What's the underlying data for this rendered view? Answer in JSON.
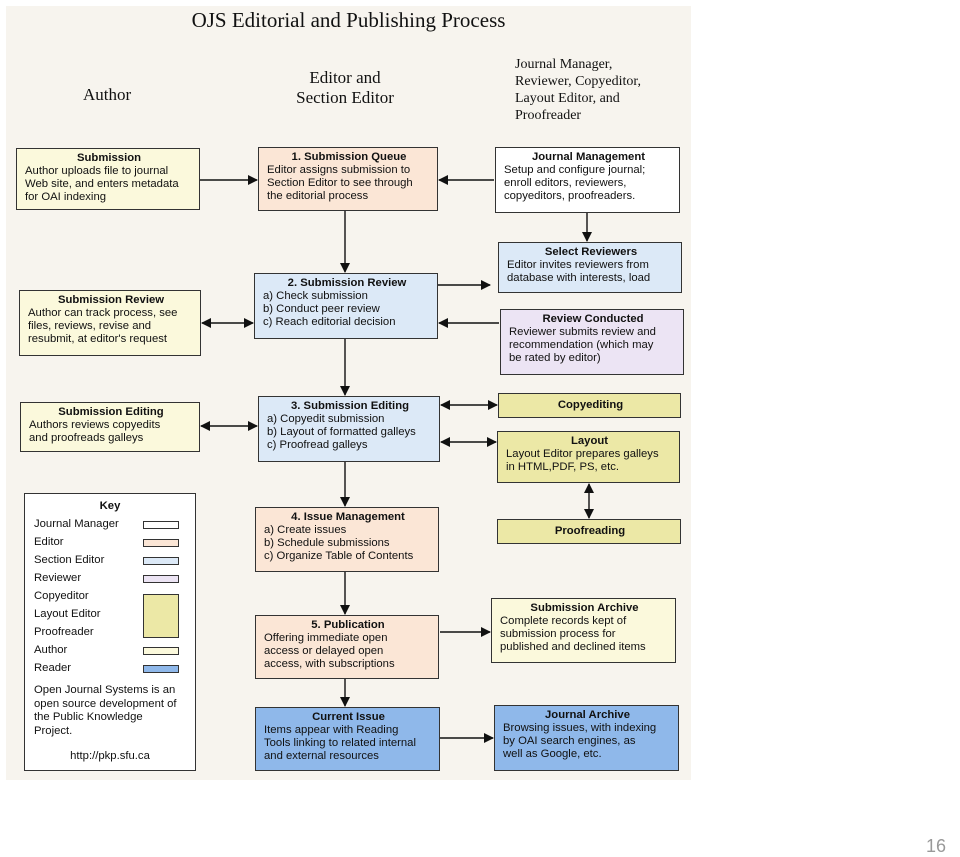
{
  "title": "OJS Editorial and Publishing Process",
  "columns": {
    "author": "Author",
    "editor": "Editor and\nSection Editor",
    "others": "Journal Manager,\nReviewer, Copyeditor,\nLayout Editor, and\nProofreader"
  },
  "boxes": {
    "author_submission": {
      "title": "Submission",
      "body": "Author uploads file to journal\nWeb site, and enters metadata\nfor OAI indexing"
    },
    "submission_queue": {
      "title": "1. Submission Queue",
      "body": "Editor assigns submission to\nSection Editor to see through\nthe editorial process"
    },
    "journal_management": {
      "title": "Journal Management",
      "body": "Setup and configure journal;\nenroll editors, reviewers,\ncopyeditors, proofreaders."
    },
    "select_reviewers": {
      "title": "Select Reviewers",
      "body": "Editor invites reviewers from\ndatabase with interests, load"
    },
    "submission_review": {
      "title": "2. Submission Review",
      "body": "a) Check submission\nb) Conduct peer review\nc) Reach editorial decision"
    },
    "author_review": {
      "title": "Submission Review",
      "body": "Author can track process, see\nfiles, reviews, revise and\nresubmit, at editor's request"
    },
    "review_conducted": {
      "title": "Review Conducted",
      "body": "Reviewer submits review and\nrecommendation (which may\nbe rated by editor)"
    },
    "author_editing": {
      "title": "Submission Editing",
      "body": "Authors reviews copyedits\nand proofreads galleys"
    },
    "submission_editing": {
      "title": "3. Submission Editing",
      "body": "a) Copyedit submission\nb) Layout of formatted galleys\nc) Proofread galleys"
    },
    "copyediting": {
      "title": "Copyediting",
      "body": ""
    },
    "layout": {
      "title": "Layout",
      "body": "Layout Editor prepares galleys\nin HTML,PDF, PS, etc."
    },
    "proofreading": {
      "title": "Proofreading",
      "body": ""
    },
    "issue_management": {
      "title": "4. Issue Management",
      "body": "a) Create issues\nb) Schedule submissions\nc) Organize Table of Contents"
    },
    "publication": {
      "title": "5. Publication",
      "body": "Offering immediate open\naccess or delayed open\naccess, with subscriptions"
    },
    "submission_archive": {
      "title": "Submission Archive",
      "body": "Complete records kept of\nsubmission process for\npublished and declined items"
    },
    "current_issue": {
      "title": "Current Issue",
      "body": "Items appear with Reading\nTools linking to related internal\nand external resources"
    },
    "journal_archive": {
      "title": "Journal Archive",
      "body": "Browsing issues, with indexing\nby OAI search engines, as\nwell as Google, etc."
    }
  },
  "key": {
    "title": "Key",
    "items": [
      {
        "label": "Journal Manager",
        "color": "#ffffff"
      },
      {
        "label": "Editor",
        "color": "#fbe6d6"
      },
      {
        "label": "Section Editor",
        "color": "#dce9f7"
      },
      {
        "label": "Reviewer",
        "color": "#ece4f4"
      },
      {
        "label": "Copyeditor",
        "color": "#ece8a6"
      },
      {
        "label": "Layout Editor",
        "color": "#ece8a6"
      },
      {
        "label": "Proofreader",
        "color": "#ece8a6"
      },
      {
        "label": "Author",
        "color": "#fbf9dc"
      },
      {
        "label": "Reader",
        "color": "#8fb8ea"
      }
    ],
    "note": "Open Journal Systems is an\nopen source development of\nthe Public Knowledge\nProject.",
    "url": "http://pkp.sfu.ca"
  },
  "page_number": "16"
}
